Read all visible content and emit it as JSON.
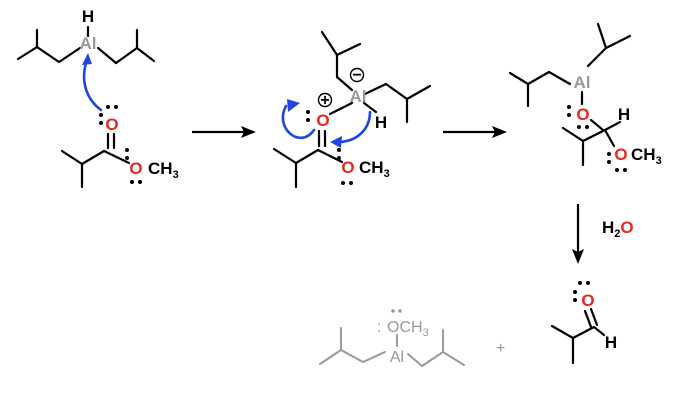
{
  "colors": {
    "oxygen": "#e8281c",
    "aluminum": "#999999",
    "curly_arrow": "#1f46e0",
    "byproduct": "#999999",
    "bond": "#000000"
  },
  "step1": {
    "h": "H",
    "al": "Al",
    "o_carbonyl": "O",
    "o_ester": "O",
    "ch3_main": "CH",
    "ch3_sub": "3"
  },
  "step2": {
    "plus": "+",
    "o_carbonyl": "O",
    "al": "Al",
    "minus": "−",
    "h": "H",
    "o_ester": "O",
    "ch3_main": "CH",
    "ch3_sub": "3"
  },
  "step3": {
    "al": "Al",
    "o_alkoxide": "O",
    "h": "H",
    "o_ester": "O",
    "ch3_main": "CH",
    "ch3_sub": "3"
  },
  "reagent": {
    "h": "H",
    "h_sub": "2",
    "o": "O"
  },
  "product": {
    "o": "O",
    "h": "H"
  },
  "byproduct": {
    "colon": ":",
    "och3_main": "OCH",
    "och3_sub": "3",
    "al": "Al"
  },
  "plus_sign": "+"
}
